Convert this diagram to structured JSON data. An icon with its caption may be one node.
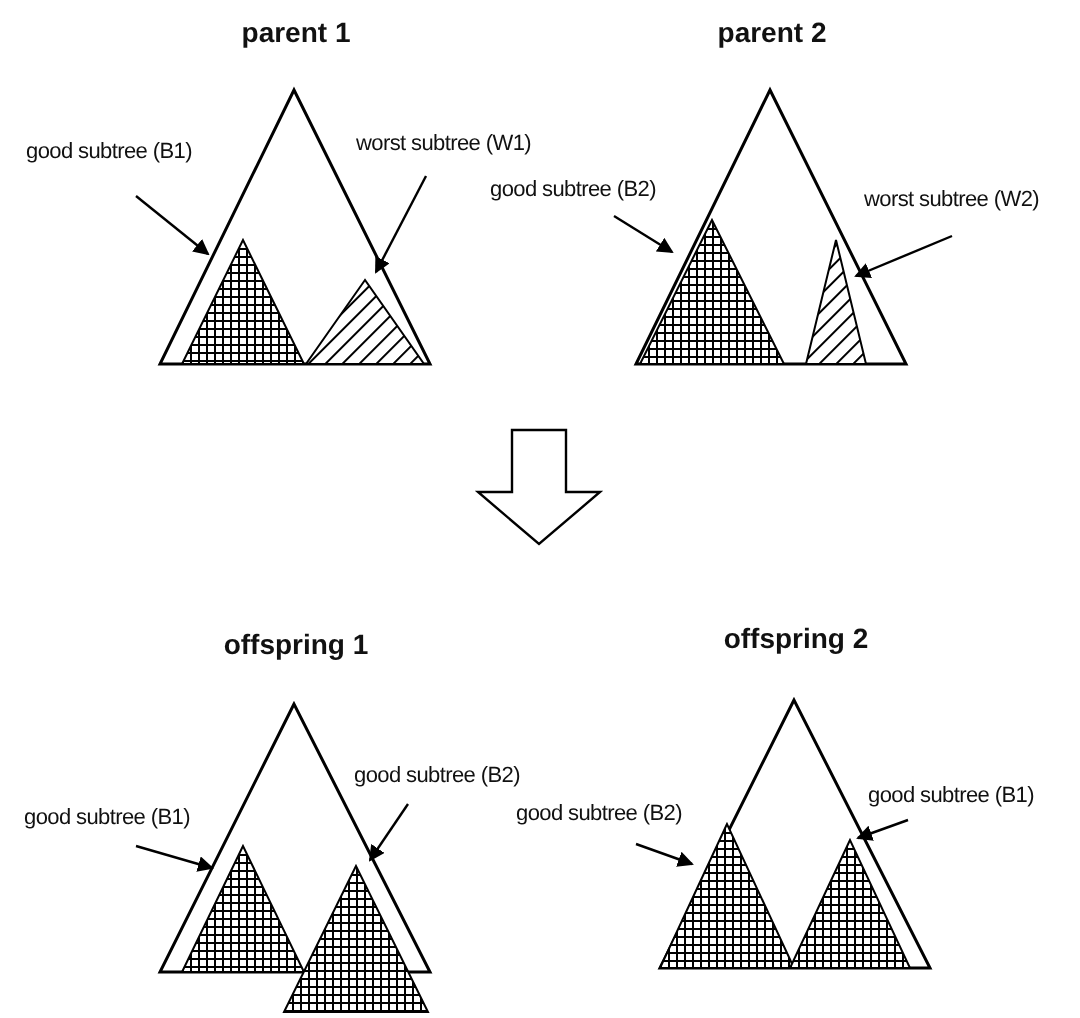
{
  "diagram": {
    "nodes": [
      {
        "text": [
          "parent 1"
        ]
      },
      {
        "text": [
          "good subtree (B1)"
        ]
      },
      {
        "text": [],
        "shape": "triangle",
        "in": 0
      },
      {
        "text": [
          "worst subtree (W1)"
        ]
      },
      {
        "text": [],
        "shape": "triangle",
        "in": 0
      },
      {
        "text": [
          "parent 2"
        ]
      },
      {
        "text": [
          "good subtree (B2)"
        ]
      },
      {
        "text": [],
        "shape": "triangle",
        "in": 5
      },
      {
        "text": [
          "worst subtree (W2)"
        ]
      },
      {
        "text": [],
        "shape": "triangle",
        "in": 5
      },
      {
        "text": [
          "offspring 1"
        ]
      },
      {
        "text": [
          "good subtree (B1)"
        ]
      },
      {
        "text": [],
        "shape": "triangle",
        "in": 10
      },
      {
        "text": [
          "good subtree (B2)"
        ]
      },
      {
        "text": [],
        "shape": "triangle"
      },
      {
        "text": [
          "offspring 2"
        ]
      },
      {
        "text": [
          "good subtree (B2)"
        ]
      },
      {
        "text": [],
        "shape": "triangle",
        "in": 15
      },
      {
        "text": [
          "good subtree (B1)"
        ]
      },
      {
        "text": [],
        "shape": "triangle",
        "in": 15
      }
    ],
    "edges": [
      {
        "from": 1,
        "to": 2,
        "arrow": "to"
      },
      {
        "from": 3,
        "to": 4,
        "arrow": "to"
      },
      {
        "from": 6,
        "to": 7,
        "arrow": "to"
      },
      {
        "from": 8,
        "to": 9,
        "arrow": "to"
      },
      {
        "from": 11,
        "to": 12,
        "arrow": "to"
      },
      {
        "from": 13,
        "to": 14,
        "arrow": "to"
      },
      {
        "from": 16,
        "to": 17,
        "arrow": "to"
      },
      {
        "from": 18,
        "to": 19,
        "arrow": "to"
      }
    ]
  }
}
